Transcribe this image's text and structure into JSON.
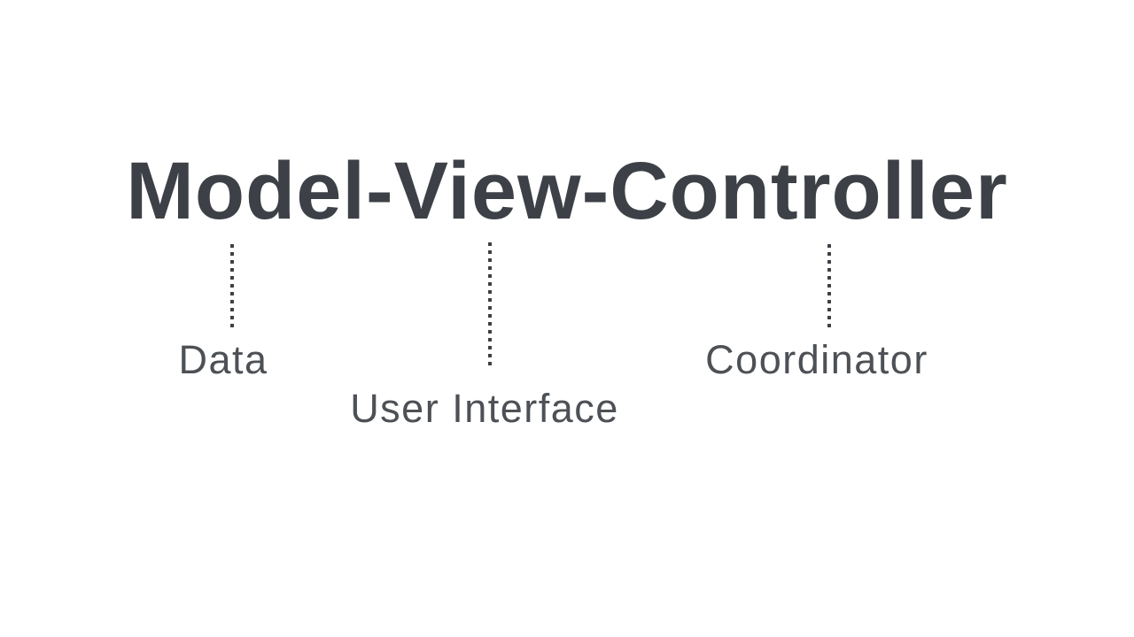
{
  "theme": {
    "bg": "#ffffff",
    "ink": "#3d4147",
    "label_ink": "#4d5156"
  },
  "diagram": {
    "title": "Model-View-Controller",
    "nodes": [
      {
        "id": "model",
        "title_part": "Model",
        "label": "Data"
      },
      {
        "id": "view",
        "title_part": "View",
        "label": "User Interface"
      },
      {
        "id": "controller",
        "title_part": "Controller",
        "label": "Coordinator"
      }
    ]
  }
}
